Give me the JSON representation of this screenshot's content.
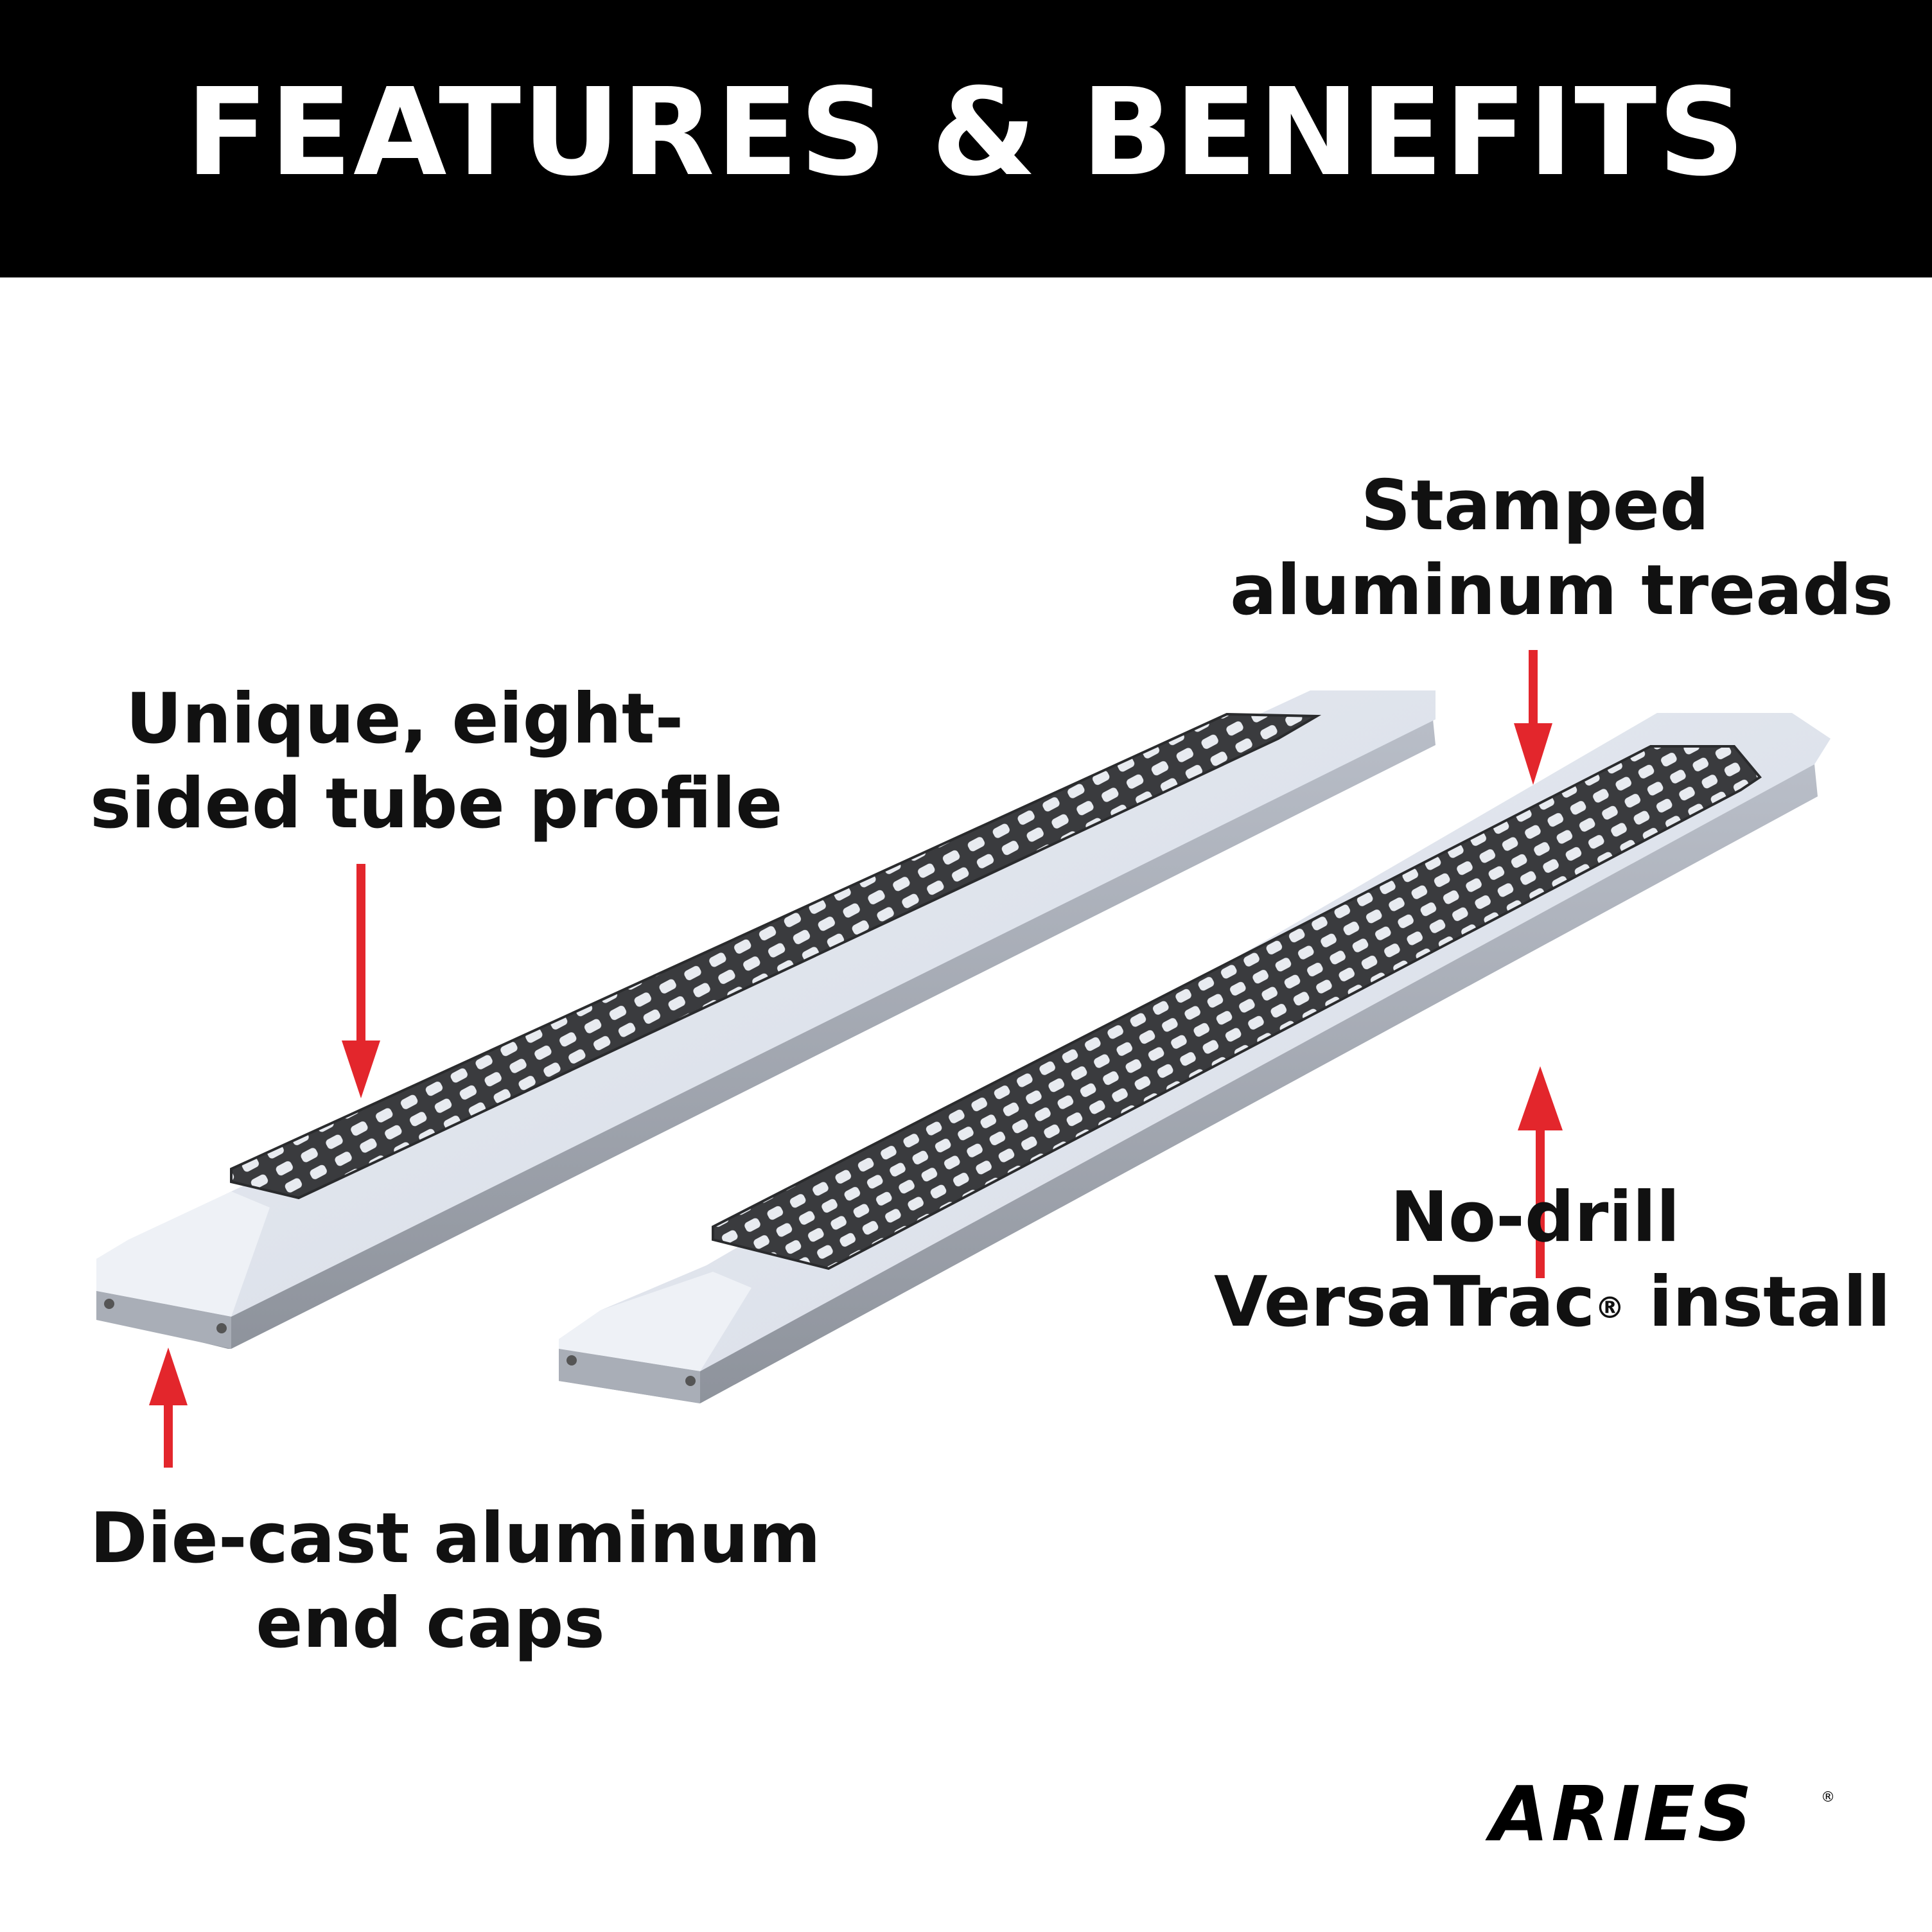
{
  "header": {
    "title": "FEATURES & BENEFITS"
  },
  "callouts": {
    "stamped": {
      "line1": "Stamped",
      "line2": "aluminum treads"
    },
    "profile": {
      "line1": "Unique, eight-",
      "line2": "sided tube profile"
    },
    "nodrill": {
      "line1": "No-drill",
      "line2_a": "VersaTrac",
      "line2_reg": "®",
      "line2_b": " install"
    },
    "diecast": {
      "line1": "Die-cast aluminum",
      "line2": "end caps"
    }
  },
  "brand": {
    "logo_text": "ARIES",
    "logo_mark": "®"
  },
  "colors": {
    "arrow": "#e3262c",
    "header_bg": "#000000",
    "tread": "#3b3b3d",
    "bar": "#c7ccd6"
  },
  "icons": {
    "arrow": "arrow-icon",
    "logo": "aries-logo-icon"
  }
}
